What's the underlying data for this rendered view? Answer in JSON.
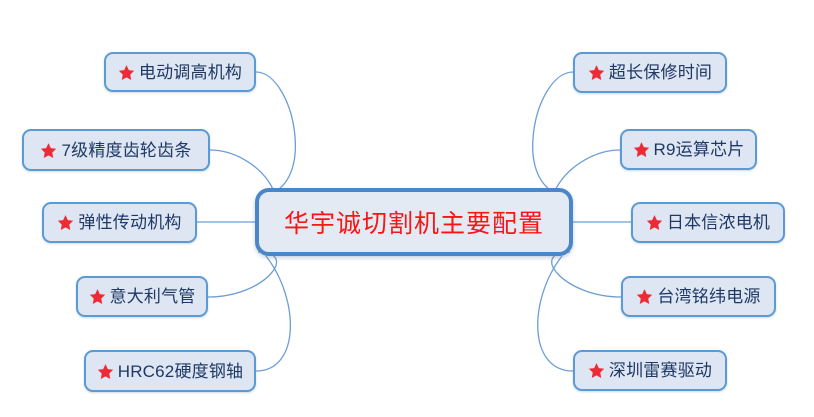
{
  "diagram": {
    "type": "mind-map",
    "background_color": "#ffffff",
    "center": {
      "label": "华宇诚切割机主要配置",
      "text_color": "#fa1414",
      "fill_color": "#e3eaf4",
      "border_color": "#4a86c8"
    },
    "style": {
      "node_fill": "#dde6f2",
      "node_border": "#5b9bd5",
      "node_text": "#1f3864",
      "star_color": "#ed2b36",
      "connector_color": "#6b9ed6"
    },
    "branches": {
      "left": [
        {
          "icon": "star-icon",
          "label": "电动调高机构"
        },
        {
          "icon": "star-icon",
          "label": "7级精度齿轮齿条"
        },
        {
          "icon": "star-icon",
          "label": "弹性传动机构"
        },
        {
          "icon": "star-icon",
          "label": "意大利气管"
        },
        {
          "icon": "star-icon",
          "label": "HRC62硬度钢轴"
        }
      ],
      "right": [
        {
          "icon": "star-icon",
          "label": "超长保修时间"
        },
        {
          "icon": "star-icon",
          "label": "R9运算芯片"
        },
        {
          "icon": "star-icon",
          "label": "日本信浓电机"
        },
        {
          "icon": "star-icon",
          "label": "台湾铭纬电源"
        },
        {
          "icon": "star-icon",
          "label": "深圳雷赛驱动"
        }
      ]
    }
  }
}
